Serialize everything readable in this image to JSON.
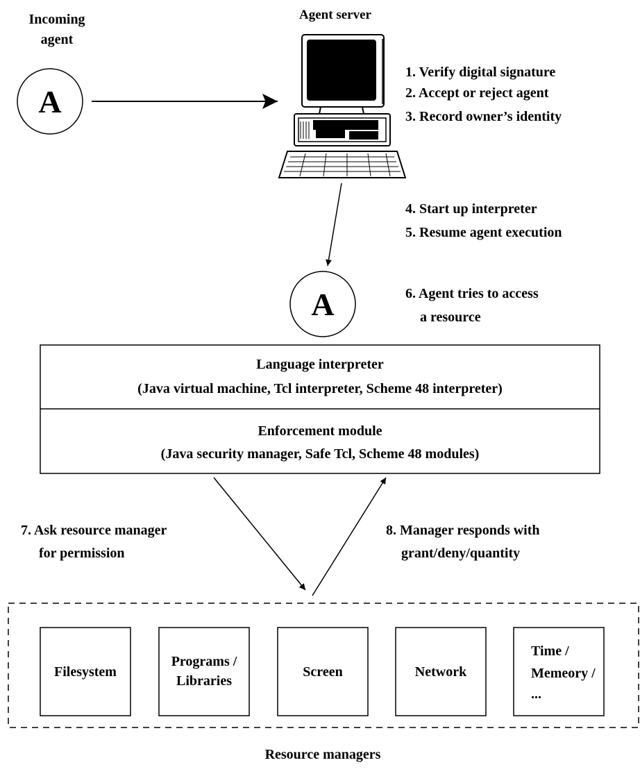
{
  "incoming_agent": {
    "label_lines": [
      "Incoming",
      "agent"
    ],
    "agent_glyph": "A",
    "icon": "agent-circle-icon"
  },
  "agent_server": {
    "title": "Agent server",
    "icon": "desktop-computer-icon",
    "steps_top": [
      "1. Verify digital signature",
      "2. Accept or reject agent",
      "3. Record owner’s identity"
    ],
    "steps_middle": [
      "4. Start up interpreter",
      "5. Resume agent execution"
    ]
  },
  "running_agent": {
    "agent_glyph": "A",
    "icon": "agent-circle-icon",
    "step_lines": [
      "6. Agent tries to access",
      "a resource"
    ]
  },
  "interpreter_box": {
    "language": {
      "title": "Language interpreter",
      "subtitle": "(Java virtual machine, Tcl interpreter, Scheme 48 interpreter)"
    },
    "enforcement": {
      "title": "Enforcement module",
      "subtitle": "(Java security manager, Safe Tcl, Scheme 48 modules)"
    }
  },
  "request_step": [
    "7. Ask resource manager",
    "for permission"
  ],
  "response_step": [
    "8. Manager responds with",
    "grant/deny/quantity"
  ],
  "resource_managers": {
    "caption": "Resource managers",
    "items": [
      {
        "lines": [
          "Filesystem"
        ]
      },
      {
        "lines": [
          "Programs /",
          "Libraries"
        ]
      },
      {
        "lines": [
          "Screen"
        ]
      },
      {
        "lines": [
          "Network"
        ]
      },
      {
        "lines": [
          "Time /",
          "Memeory /",
          "..."
        ]
      }
    ]
  }
}
